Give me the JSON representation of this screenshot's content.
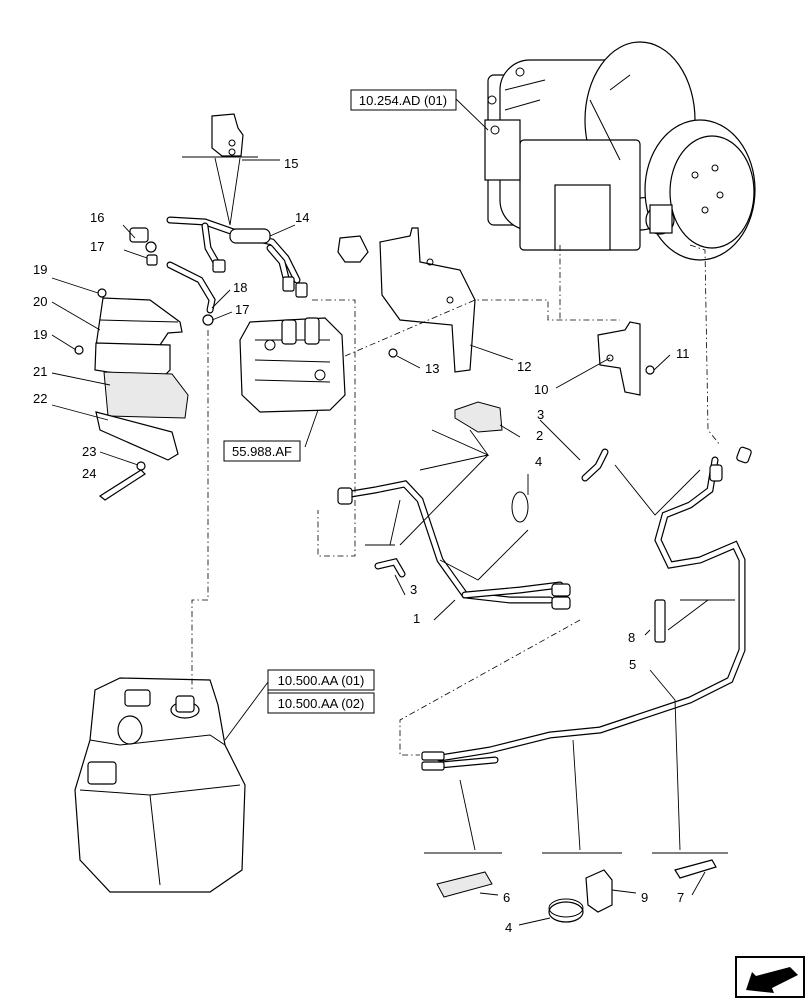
{
  "references": [
    {
      "id": "ref-10-254-ad-01",
      "text": "10.254.AD (01)"
    },
    {
      "id": "ref-55-988-af",
      "text": "55.988.AF"
    },
    {
      "id": "ref-10-500-aa-01",
      "text": "10.500.AA (01)"
    },
    {
      "id": "ref-10-500-aa-02",
      "text": "10.500.AA (02)"
    }
  ],
  "callouts": {
    "c1": "1",
    "c2": "2",
    "c3a": "3",
    "c3b": "3",
    "c4a": "4",
    "c4b": "4",
    "c5": "5",
    "c6": "6",
    "c7": "7",
    "c8": "8",
    "c9": "9",
    "c10": "10",
    "c11": "11",
    "c12": "12",
    "c13": "13",
    "c14": "14",
    "c15": "15",
    "c16": "16",
    "c17a": "17",
    "c17b": "17",
    "c18": "18",
    "c19a": "19",
    "c19b": "19",
    "c20": "20",
    "c21": "21",
    "c22": "22",
    "c23": "23",
    "c24": "24"
  },
  "icons": {
    "navigation": "next-page-arrow-icon"
  }
}
